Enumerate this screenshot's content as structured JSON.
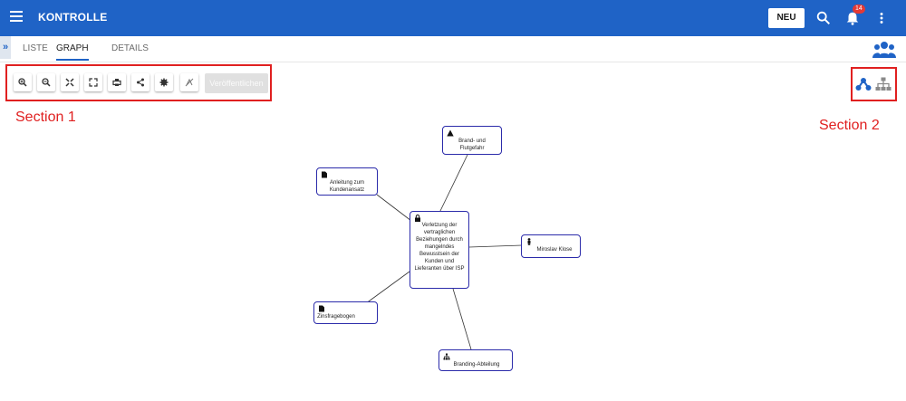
{
  "header": {
    "title": "KONTROLLE",
    "new_button": "NEU",
    "notification_count": "14",
    "colors": {
      "brand": "#1f63c6",
      "badge": "#e53935"
    }
  },
  "tabs": [
    {
      "label": "LISTE",
      "active": false
    },
    {
      "label": "GRAPH",
      "active": true
    },
    {
      "label": "DETAILS",
      "active": false
    }
  ],
  "toolbar": {
    "buttons": [
      "zoom-in-icon",
      "zoom-out-icon",
      "fit-icon",
      "fullscreen-icon",
      "print-icon",
      "share-icon",
      "settings-icon",
      "hide-icon"
    ],
    "publish_label": "Veröffentlichen"
  },
  "annotations": {
    "section1": "Section 1",
    "section2": "Section 2",
    "color": "#e02020"
  },
  "graph": {
    "center": {
      "label": "Verletzung der vertraglichen Beziehungen durch mangelndes Bewusstsein der Kunden und Lieferanten über ISP",
      "icon": "lock-icon"
    },
    "nodes": [
      {
        "label": "Brand- und Flutgefahr",
        "icon": "warning-icon"
      },
      {
        "label": "Anleitung zum Kundenansatz",
        "icon": "document-icon"
      },
      {
        "label": "Miroslav Klose",
        "icon": "person-icon"
      },
      {
        "label": "Zinsfragebogen",
        "icon": "document-icon"
      },
      {
        "label": "Branding-Abteilung",
        "icon": "org-icon"
      }
    ]
  }
}
